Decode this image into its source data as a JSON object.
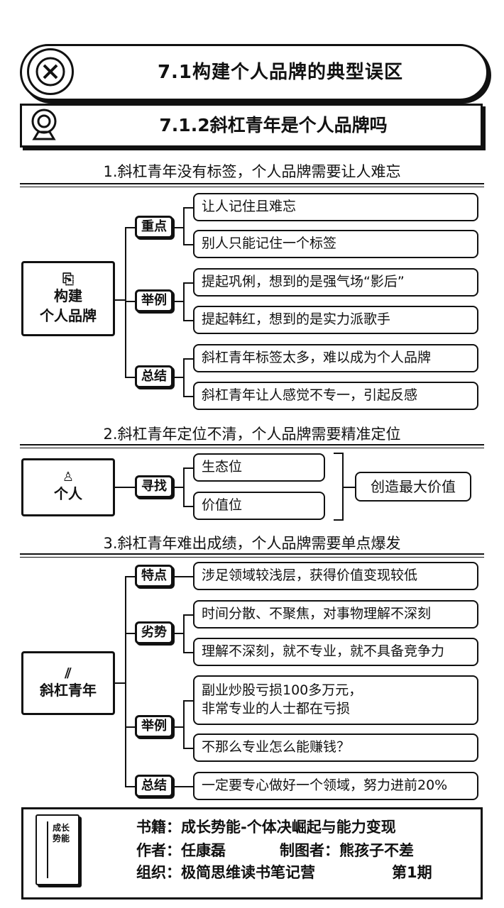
{
  "header": {
    "title": "7.1构建个人品牌的典型误区",
    "subtitle": "7.1.2斜杠青年是个人品牌吗"
  },
  "section1": {
    "title": "1.斜杠青年没有标签，个人品牌需要让人难忘",
    "root": {
      "line1": "构建",
      "line2": "个人品牌"
    },
    "groups": [
      {
        "tag": "重点",
        "items": [
          "让人记住且难忘",
          "别人只能记住一个标签"
        ]
      },
      {
        "tag": "举例",
        "items": [
          "提起巩俐，想到的是强气场“影后”",
          "提起韩红，想到的是实力派歌手"
        ]
      },
      {
        "tag": "总结",
        "items": [
          "斜杠青年标签太多，难以成为个人品牌",
          "斜杠青年让人感觉不专一，引起反感"
        ]
      }
    ]
  },
  "section2": {
    "title": "2.斜杠青年定位不清，个人品牌需要精准定位",
    "root": "个人",
    "tag": "寻找",
    "items": [
      "生态位",
      "价值位"
    ],
    "result": "创造最大价值"
  },
  "section3": {
    "title": "3.斜杠青年难出成绩，个人品牌需要单点爆发",
    "root": "斜杠青年",
    "groups": [
      {
        "tag": "特点",
        "items": [
          "涉足领域较浅层，获得价值变现较低"
        ]
      },
      {
        "tag": "劣势",
        "items": [
          "时间分散、不聚焦，对事物理解不深刻",
          "理解不深刻，就不专业，就不具备竞争力"
        ]
      },
      {
        "tag": "举例",
        "items": [
          "副业炒股亏损100多万元，",
          "非常专业的人士都在亏损",
          "不那么专业怎么能赚钱？"
        ]
      },
      {
        "tag": "总结",
        "items": [
          "一定要专心做好一个领域，努力进前20%"
        ]
      }
    ]
  },
  "footer": {
    "book_cover": {
      "line1": "成长",
      "line2": "势能"
    },
    "book": "书籍：成长势能-个体决崛起与能力变现",
    "author": "作者：任康磊",
    "illustrator": "制图者：熊孩子不差",
    "org": "组织：极简思维读书笔记营",
    "issue": "第1期"
  }
}
